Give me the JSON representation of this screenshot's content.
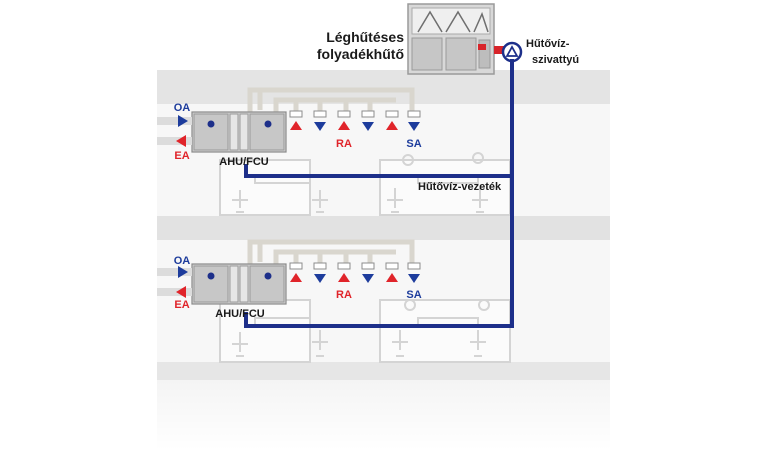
{
  "chiller": {
    "label_line1": "Léghűtéses",
    "label_line2": "folyadékhűtő"
  },
  "pump": {
    "label_line1": "Hűtővíz-",
    "label_line2": "szivattyú"
  },
  "pipe_label": "Hűtővíz-vezeték",
  "floors": [
    {
      "oa_label": "OA",
      "ea_label": "EA",
      "unit_label": "AHU/FCU",
      "ra_label": "RA",
      "sa_label": "SA"
    },
    {
      "oa_label": "OA",
      "ea_label": "EA",
      "unit_label": "AHU/FCU",
      "ra_label": "RA",
      "sa_label": "SA"
    }
  ],
  "colors": {
    "pipe": "#1d2f8a",
    "supply_blue": "#1d3c9c",
    "return_red": "#e0242a",
    "hot_pipe": "#d8242a",
    "duct": "#d9d6ce"
  }
}
